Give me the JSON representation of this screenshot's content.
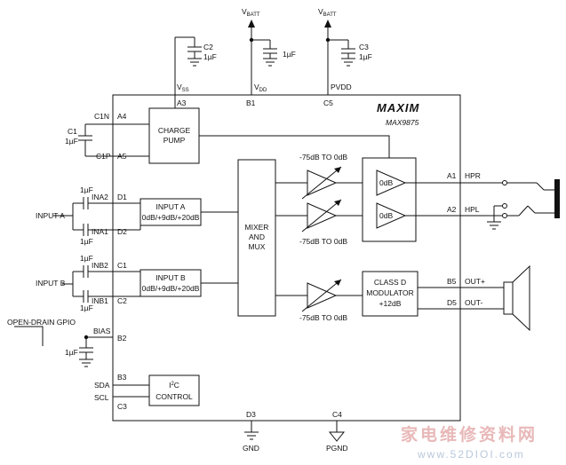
{
  "supplies": {
    "vbatt_left": "V",
    "vbatt_left_sub": "BATT",
    "vbatt_right": "V",
    "vbatt_right_sub": "BATT"
  },
  "caps": {
    "c2": "C2",
    "c2_val": "1µF",
    "vdd_val": "1µF",
    "c3": "C3",
    "c3_val": "1µF",
    "c1": "C1",
    "c1_val": "1µF",
    "ina2_val": "1µF",
    "ina1_val": "1µF",
    "inb2_val": "1µF",
    "inb1_val": "1µF",
    "bias_val": "1µF"
  },
  "chip": {
    "logo": "MAXIM",
    "part": "MAX9875"
  },
  "pins": {
    "vss": "V",
    "vss_sub": "SS",
    "a3": "A3",
    "vdd": "V",
    "vdd_sub": "DD",
    "b1": "B1",
    "pvdd": "PVDD",
    "c5": "C5",
    "c1n": "C1N",
    "a4": "A4",
    "c1p": "C1P",
    "a5": "A5",
    "ina2": "INA2",
    "d1": "D1",
    "ina1": "INA1",
    "d2": "D2",
    "inb2": "INB2",
    "c1pin": "C1",
    "inb1": "INB1",
    "c2pin": "C2",
    "bias": "BIAS",
    "b2": "B2",
    "sda": "SDA",
    "b3": "B3",
    "scl": "SCL",
    "c3pin": "C3",
    "d3": "D3",
    "gnd": "GND",
    "c4": "C4",
    "pgnd": "PGND",
    "a1": "A1",
    "hpr": "HPR",
    "a2": "A2",
    "hpl": "HPL",
    "b5": "B5",
    "outp": "OUT+",
    "d5": "D5",
    "outm": "OUT-"
  },
  "blocks": {
    "charge_pump_1": "CHARGE",
    "charge_pump_2": "PUMP",
    "input_a_1": "INPUT A",
    "input_a_2": "0dB/+9dB/+20dB",
    "input_b_1": "INPUT B",
    "input_b_2": "0dB/+9dB/+20dB",
    "mixer_1": "MIXER",
    "mixer_2": "AND",
    "mixer_3": "MUX",
    "i2c_1": "I",
    "i2c_sup": "2",
    "i2c_2": "C",
    "i2c_3": "CONTROL",
    "classd_1": "CLASS D",
    "classd_2": "MODULATOR",
    "classd_3": "+12dB",
    "hp_amp_r": "0dB",
    "hp_amp_l": "0dB"
  },
  "vol": {
    "top": "-75dB TO 0dB",
    "mid": "-75dB TO 0dB",
    "bot": "-75dB TO 0dB"
  },
  "external": {
    "input_a": "INPUT A",
    "input_b": "INPUT B",
    "gpio": "OPEN-DRAIN GPIO"
  },
  "watermark": {
    "cn": "家电维修资料网",
    "url": "www.52DIOI.com"
  }
}
